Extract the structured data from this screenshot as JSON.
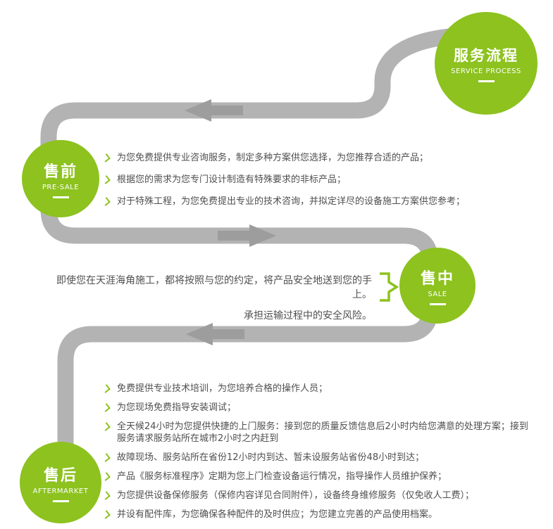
{
  "header": {
    "title_zh": "服务流程",
    "title_en": "SERVICE PROCESS"
  },
  "presale": {
    "label_zh": "售前",
    "label_en": "PRE-SALE",
    "items": [
      "为您免费提供专业咨询服务，制定多种方案供您选择，为您推荐合适的产品；",
      "根据您的需求为您专门设计制造有特殊要求的非标产品；",
      "对于特殊工程，为您免费提出专业的技术咨询，并拟定详尽的设备施工方案供您参考；"
    ]
  },
  "sale": {
    "label_zh": "售中",
    "label_en": "SALE",
    "lines": [
      "即使您在天涯海角施工，都将按照与您的约定，将产品安全地送到您的手上。",
      "承担运输过程中的安全风险。"
    ]
  },
  "aftersale": {
    "label_zh": "售后",
    "label_en": "AFTERMARKET",
    "items": [
      "免费提供专业技术培训，为您培养合格的操作人员；",
      "为您现场免费指导安装调试；",
      "全天候24小时为您提供快捷的上门服务：接到您的质量反馈信息后2小时内给您满意的处理方案；接到服务请求服务站所在城市2小时之内赶到",
      "故障现场、服务站所在省份12小时内到达、暂未设服务站省份48小时到达；",
      "产品《服务标准程序》定期为您上门检查设备运行情况，指导操作人员维护保养；",
      "为您提供设备保修服务（保修内容详见合同附件），设备终身维修服务（仅免收人工费）；",
      "并设有配件库，为您确保各种配件的及时供应；为您建立完善的产品使用档案。"
    ]
  },
  "colors": {
    "green": "#8dc21f",
    "road": "#b3b3b3",
    "arrow": "#9d9d9d",
    "text": "#4f4f4f"
  }
}
